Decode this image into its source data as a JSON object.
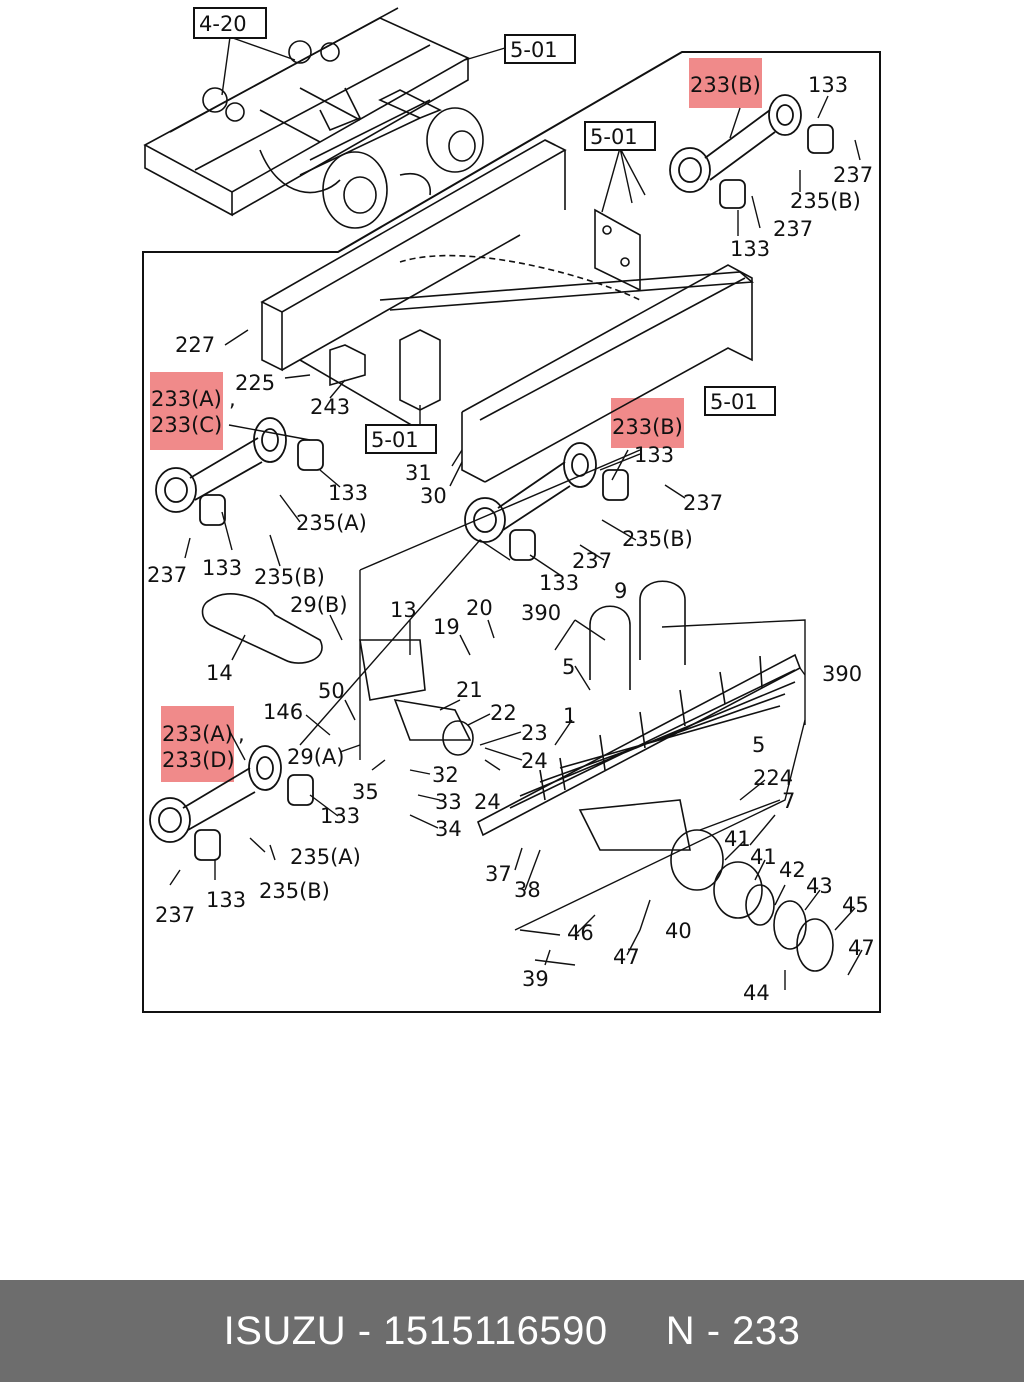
{
  "highlight_color": "#f08a8a",
  "footer": {
    "text": "ISUZU - 1515116590     N - 233"
  },
  "refs": {
    "r420": "4-20",
    "r501": "5-01"
  },
  "callouts": {
    "c233b_top": "233(B)",
    "c133_top": "133",
    "c237_top1": "237",
    "c235b_top": "235(B)",
    "c237_top2": "237",
    "c133_top2": "133",
    "c227": "227",
    "c225": "225",
    "c243": "243",
    "c233a_1": "233(A)",
    "c233c": "233(C)",
    "comma1": ",",
    "c31": "31",
    "c30": "30",
    "c133_l1": "133",
    "c235a_l1": "235(A)",
    "c237_l1": "237",
    "c133_l2": "133",
    "c235b_l1": "235(B)",
    "c233b_mid": "233(B)",
    "c133_m1": "133",
    "c237_m1": "237",
    "c235b_m1": "235(B)",
    "c237_m2": "237",
    "c133_m2": "133",
    "c29b": "29(B)",
    "c13": "13",
    "c19": "19",
    "c20": "20",
    "c390a": "390",
    "c9": "9",
    "c390b": "390",
    "c14": "14",
    "c5a": "5",
    "c50": "50",
    "c21": "21",
    "c22": "22",
    "c23": "23",
    "c1": "1",
    "c146": "146",
    "c233a_2": "233(A)",
    "comma2": ",",
    "c233d": "233(D)",
    "c29a": "29(A)",
    "c24a": "24",
    "c5b": "5",
    "c35": "35",
    "c32": "32",
    "c224": "224",
    "c33": "33",
    "c24b": "24",
    "c7": "7",
    "c133_b1": "133",
    "c34": "34",
    "c41a": "41",
    "c41b": "41",
    "c42": "42",
    "c43": "43",
    "c235a_b": "235(A)",
    "c235b_b": "235(B)",
    "c37": "37",
    "c38": "38",
    "c45": "45",
    "c237_b": "237",
    "c133_b2": "133",
    "c46": "46",
    "c40": "40",
    "c47a": "47",
    "c47b": "47",
    "c39": "39",
    "c44": "44"
  }
}
